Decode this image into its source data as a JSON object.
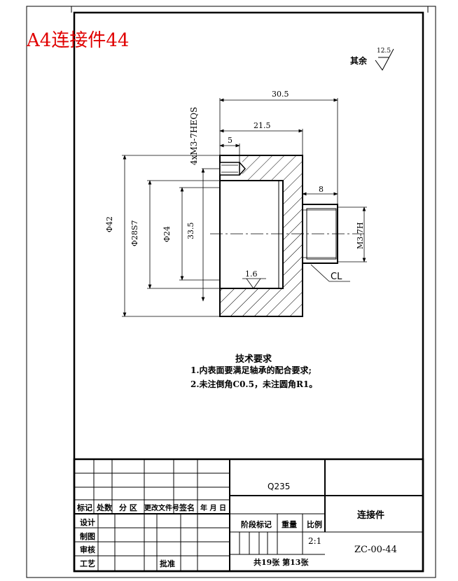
{
  "corner_title": "A4连接件44",
  "roughness_note": {
    "label": "其余",
    "value": "12.5"
  },
  "dimensions": {
    "total_length": "30.5",
    "body_length": "21.5",
    "thread_depth": "5",
    "boss_length": "8",
    "outer_dia": "Φ42",
    "bore_fit": "Φ28S7",
    "inner_dia": "Φ24",
    "pitch_circle": "33.5",
    "side_thread": "4xM3-7HEQS",
    "end_thread": "M3-7H",
    "roughness_inner": "1.6",
    "center_mark": "CL"
  },
  "tech_requirements": {
    "title": "技术要求",
    "items": [
      "1.内表面要满足轴承的配合要求;",
      "2.未注倒角C0.5，未注圆角R1。"
    ]
  },
  "title_block": {
    "material": "Q235",
    "part_name": "连接件",
    "drawing_no": "ZC-00-44",
    "scale_label": "比例",
    "scale_value": "2:1",
    "weight_label": "重量",
    "stage_label": "阶段标记",
    "sheets": "共19张 第13张",
    "rev_headers": [
      "标记",
      "处数",
      "分 区",
      "更改文件号",
      "签名",
      "年 月 日"
    ],
    "roles": [
      "设计",
      "制图",
      "审核",
      "工艺"
    ],
    "approve": "批准"
  }
}
